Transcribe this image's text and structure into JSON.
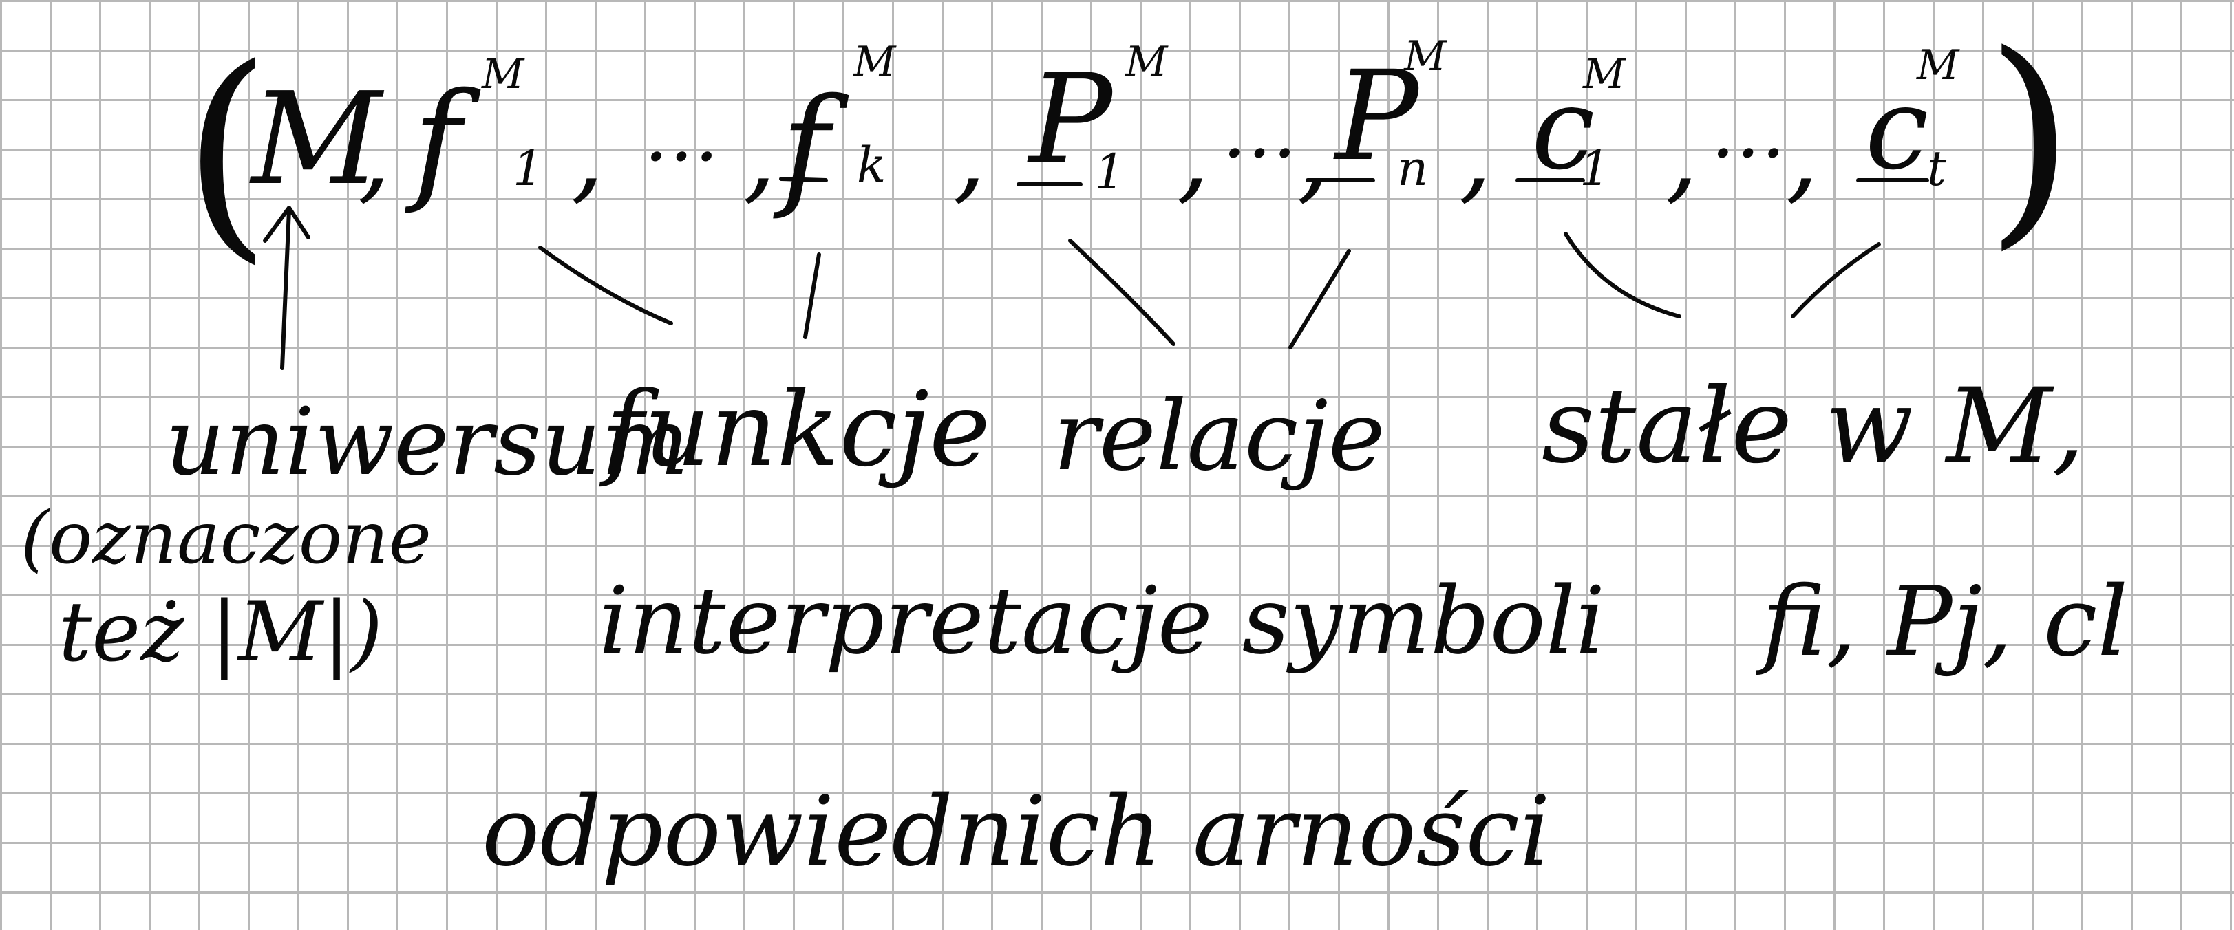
{
  "tuple": {
    "open_paren": "(",
    "universe": "M",
    "comma": ",",
    "ellipsis": "…",
    "close_paren": ")",
    "structure_sup": "M",
    "functions": {
      "symbol": "f",
      "first_index": "1",
      "last_index": "k"
    },
    "relations": {
      "symbol": "P",
      "first_index": "1",
      "last_index": "n"
    },
    "constants": {
      "symbol": "c",
      "first_index": "1",
      "last_index": "t"
    }
  },
  "labels": {
    "universe": "uniwersum",
    "universe_note": "(oznaczone",
    "universe_note_2": "też |M|)",
    "functions": "funkcje",
    "relations": "relacje",
    "constants": "stałe w M,"
  },
  "explanation": {
    "line1": "interpretacje symboli",
    "symbols": "fi, Pj, cl",
    "line2": "odpowiednich arności"
  }
}
